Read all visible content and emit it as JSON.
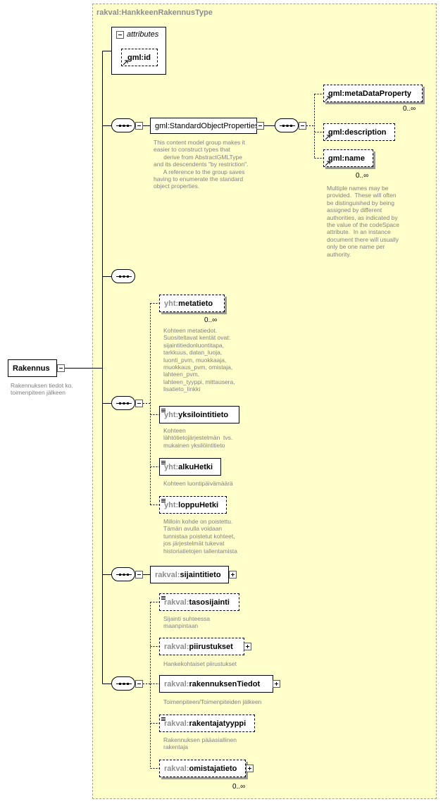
{
  "type_name": "rakval:HankkeenRakennusType",
  "root": {
    "name": "Rakennus",
    "doc": "Rakennuksen tiedot ko.\ntoimenpiteen jälkeen"
  },
  "attributes": {
    "header": "attributes",
    "items": [
      {
        "name": "gml:id"
      }
    ]
  },
  "standard_object_properties": {
    "name": "gml:StandardObjectProperties",
    "doc": "This content model group makes it\neasier to construct types that\n      derive from AbstractGMLType\nand its descendents \"by restriction\".\n      A reference to the group saves\nhaving to enumerate the standard\nobject properties.",
    "children": [
      {
        "name": "gml:metaDataProperty",
        "occurrence": "0..∞"
      },
      {
        "name": "gml:description"
      },
      {
        "name": "gml:name",
        "occurrence": "0..∞",
        "doc": "Multiple names may be\nprovided.  These will often\nbe distinguished by being\nassigned by different\nauthorities, as indicated by\nthe value of the codeSpace\nattribute.  In an instance\ndocument there will usually\nonly be one name per\nauthority."
      }
    ]
  },
  "yht_group": [
    {
      "prefix": "yht:",
      "local": "metatieto",
      "occurrence": "0..∞",
      "doc": "Kohteen metatiedot.\nSuositeltavat kentät ovat:\nsijaintitiedonluontitapa,\ntarkkuus, datan_luoja,\nluonti_pvm, muokkaaja,\nmuokkaus_pvm, omistaja,\nlahteen_pvm,\nlahteen_tyyppi, mittausera,\nlisatieto_linkki"
    },
    {
      "prefix": "yht:",
      "local": "yksilointitieto",
      "doc": "Kohteen\nlähtötietojärjestelmän  tvs.\nmukainen yksilöintitieto"
    },
    {
      "prefix": "yht:",
      "local": "alkuHetki",
      "doc": "Kohteen luontipäivämäärä"
    },
    {
      "prefix": "yht:",
      "local": "loppuHetki",
      "doc": "Milloin kohde on poistettu.\nTämän avulla voidaan\ntunnistaa poistetut kohteet,\njos järjestelmät tukevat\nhistoriatietojen tallentamista"
    }
  ],
  "sijainti": {
    "prefix": "rakval:",
    "local": "sijaintitieto"
  },
  "rakval_group": [
    {
      "prefix": "rakval:",
      "local": "tasosijainti",
      "doc": "Sijainti suhteessa\nmaanpintaan"
    },
    {
      "prefix": "rakval:",
      "local": "piirustukset",
      "doc": "Hankekohtaiset piirustukset"
    },
    {
      "prefix": "rakval:",
      "local": "rakennuksenTiedot",
      "doc": "Toimenpiteen/Toimenpiteiden jälkeen"
    },
    {
      "prefix": "rakval:",
      "local": "rakentajatyyppi",
      "doc": "Rakennuksen pääasiallinen\nrakentaja"
    },
    {
      "prefix": "rakval:",
      "local": "omistajatieto",
      "occurrence": "0..∞"
    }
  ]
}
